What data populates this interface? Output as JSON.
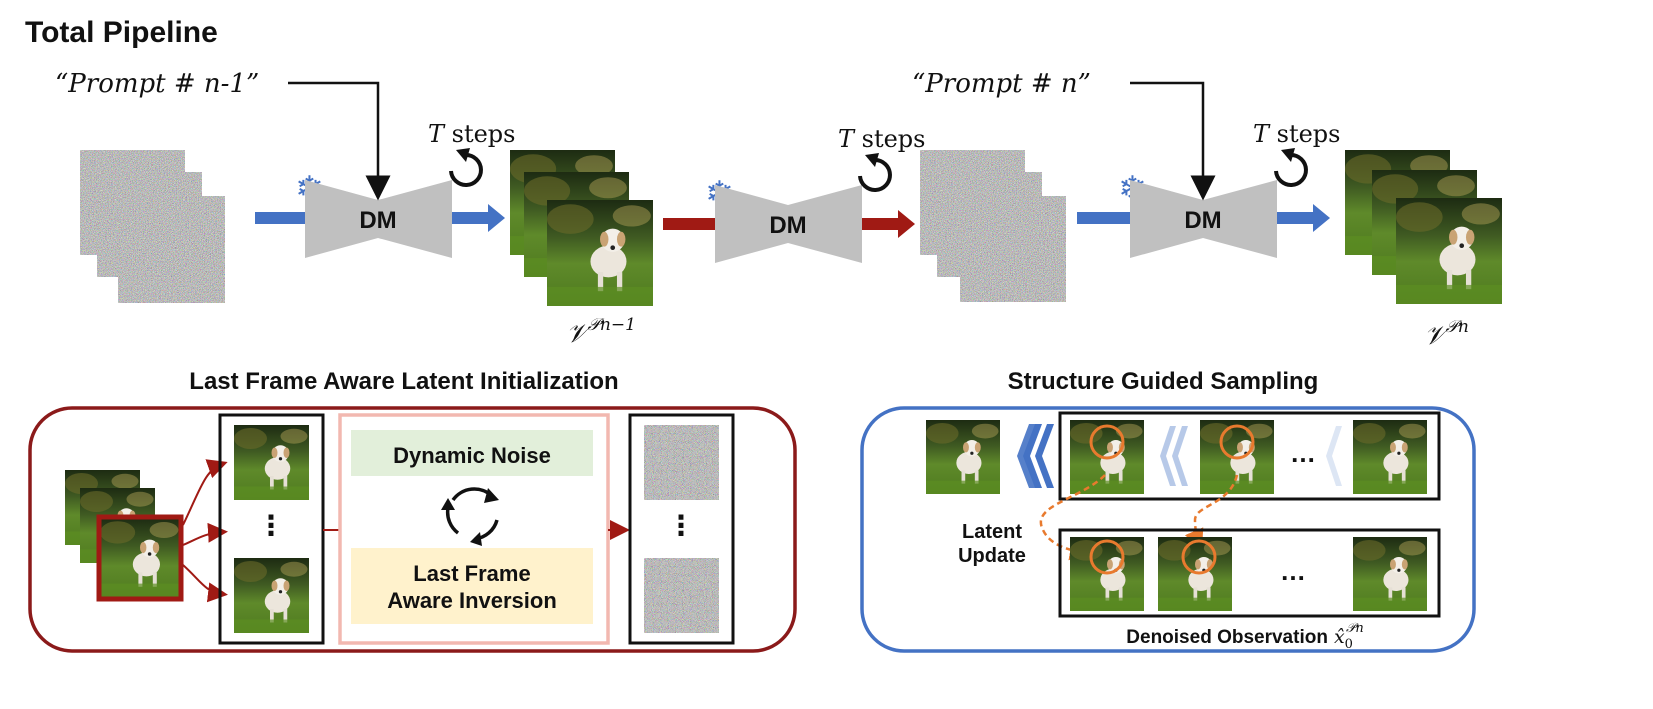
{
  "title": "Total Pipeline",
  "top": {
    "prompt_prev": "“Prompt # n-1”",
    "prompt_curr": "“Prompt # n”",
    "steps_text": "T steps",
    "steps_italic": "T",
    "steps_word": " steps",
    "dm_label": "DM",
    "video_prev_label": "𝒱",
    "video_prev_sup": "𝒫n−1",
    "video_curr_label": "𝒱",
    "video_curr_sup": "𝒫n"
  },
  "left_panel": {
    "title": "Last Frame Aware Latent Initialization",
    "dynamic_noise": "Dynamic Noise",
    "inversion_line1": "Last Frame",
    "inversion_line2": "Aware Inversion",
    "dots": "⋮"
  },
  "right_panel": {
    "title": "Structure Guided Sampling",
    "latent_update_line1": "Latent",
    "latent_update_line2": "Update",
    "hdots": "…",
    "denoised_label": "Denoised Observation",
    "denoised_symbol": "x̂",
    "denoised_sub": "0",
    "denoised_sup": "𝒫n"
  },
  "colors": {
    "blue_arrow": "#4472c4",
    "red_arrow": "#a01a14",
    "dm_gray": "#c0c0c0",
    "left_border": "#8b1a1a",
    "right_border": "#4472c4",
    "inner_pink": "#f2b8b0",
    "dynamic_noise_bg": "#e2efda",
    "inversion_bg": "#fff2cc",
    "orange_circle": "#e87a2e",
    "snowflake": "#4472c4"
  },
  "icons": [
    "snowflake-icon",
    "loop-arrow-icon",
    "cycle-arrows-icon",
    "chevron-left-icon"
  ]
}
